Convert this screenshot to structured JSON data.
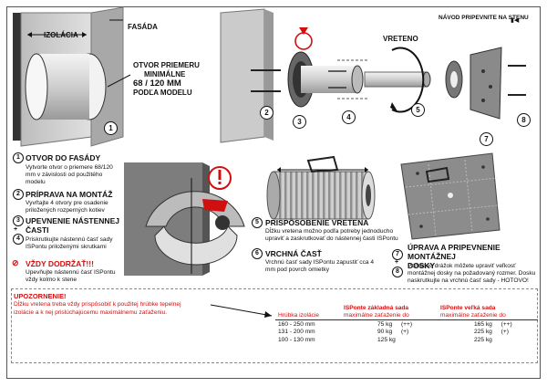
{
  "header": {
    "title": "NÁVOD PRIPEVNITE NA STENU"
  },
  "labels": {
    "izolacia": "IZOLÁCIA",
    "fasada": "FASÁDA",
    "otvor": [
      "OTVOR PRIEMERU",
      "MINIMÁLNE",
      "68 / 120 MM",
      "PODĽA MODELU"
    ],
    "vreteno": "VRETENO"
  },
  "callouts": [
    "1",
    "2",
    "3",
    "4",
    "5",
    "6",
    "7",
    "8"
  ],
  "steps": [
    {
      "num": "1",
      "title": "OTVOR DO FASÁDY",
      "text": [
        "Vytvorte otvor o priemere 68/120",
        "mm v závislosti od použitého",
        "modelu"
      ]
    },
    {
      "num": "2",
      "title": "PRÍPRAVA NA MONTÁŽ",
      "text": [
        "Vyvŕtajte 4 otvory pre osadenie",
        "priložených rozperných kotiev"
      ]
    },
    {
      "num": "3",
      "num2": "4",
      "title": [
        "UPEVNENIE NÁSTENNEJ",
        "ČASTI"
      ],
      "text": [
        "Priskrutkujte nástennú časť sady",
        "ISPontu priloženými skrutkami"
      ]
    },
    {
      "num": "5",
      "title": "PRISPÔSOBENIE VRETENA",
      "text": [
        "Dĺžku vretena možno podľa potreby jednoducho",
        "upraviť a zaskrutkovať do nástennej časti ISPontu"
      ]
    },
    {
      "num": "6",
      "title": "VRCHNÁ ČASŤ",
      "text": [
        "Vrchnú časť sady ISPontu zapustiť cca 4",
        "mm pod povrch omietky"
      ]
    },
    {
      "num": "7",
      "num2": "8",
      "title": [
        "ÚPRAVA A PRIPEVNENIE MONTÁŽNEJ",
        "DOSKY"
      ],
      "text": [
        "Pomocou drážok môžete upraviť veľkosť",
        "montážnej dosky na požadovaný rozmer. Dosku",
        "naskrutkujte na vrchnú časť sady - HOTOVO!"
      ]
    }
  ],
  "warning": {
    "title": "VŽDY DODRŽAŤ!!!",
    "text": [
      "Upevňujte nástennú časť ISPontu",
      "vždy kolmo k stene"
    ]
  },
  "notice": {
    "title": "UPOZORNENIE!",
    "text": [
      "Dĺžku vretena treba vždy prispôsobiť k použitej hrúbke tepelnej",
      "izolácie a k nej prislúchajúcemu maximálnemu zaťaženiu."
    ]
  },
  "table": {
    "col1": "Hrúbka izolácie",
    "col2": [
      "ISPonte základná sada",
      "maximálne zaťaženie do"
    ],
    "col3": [
      "ISPonte veľká sada",
      "maximálne zaťaženie do"
    ],
    "rows": [
      {
        "thickness": "160 - 250 mm",
        "basic": "75 kg",
        "basic_note": "(++)",
        "large": "165 kg",
        "large_note": "(++)"
      },
      {
        "thickness": "131 - 200 mm",
        "basic": "90 kg",
        "basic_note": "(+)",
        "large": "225 kg",
        "large_note": "(+)"
      },
      {
        "thickness": "100 - 130 mm",
        "basic": "125 kg",
        "basic_note": "",
        "large": "225 kg",
        "large_note": ""
      }
    ]
  },
  "colors": {
    "accent_red": "#d01010",
    "wall_gray": "#c8c8c8",
    "dark": "#222222"
  }
}
